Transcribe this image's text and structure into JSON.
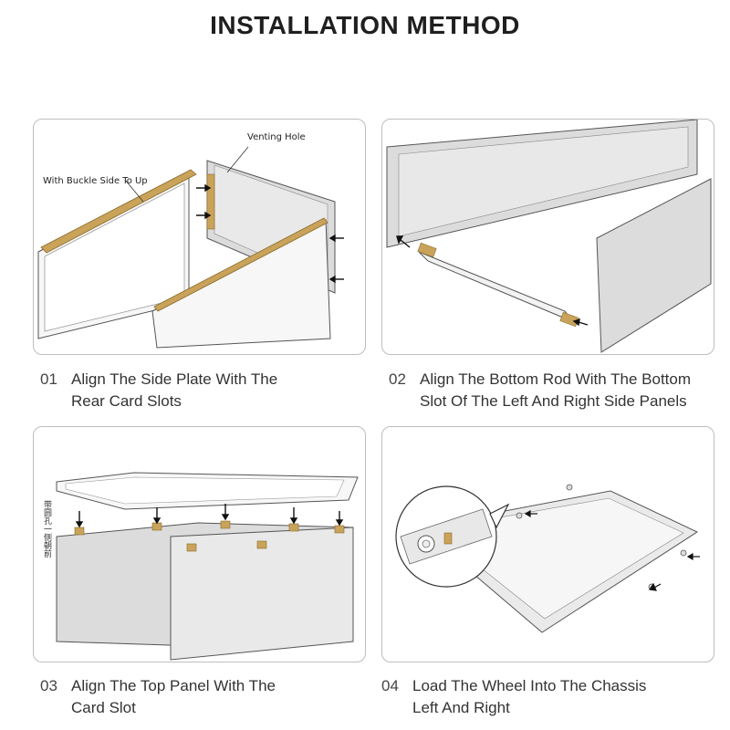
{
  "title": "INSTALLATION METHOD",
  "callouts": {
    "venting_hole": "Venting Hole",
    "buckle_side": "With Buckle Side To Up",
    "vertical_note": "带圆孔一侧朝前"
  },
  "steps": [
    {
      "number": "01",
      "text": "Align The Side Plate With The\nRear Card Slots"
    },
    {
      "number": "02",
      "text": "Align The Bottom Rod With The Bottom\nSlot Of The Left And Right Side Panels"
    },
    {
      "number": "03",
      "text": "Align The Top Panel With The\nCard Slot"
    },
    {
      "number": "04",
      "text": "Load The Wheel Into The Chassis\nLeft And Right"
    }
  ],
  "colors": {
    "panel_border": "#bdbdbd",
    "gold": "#c9a35a",
    "line": "#555555",
    "gray_fill": "#dcdcdc"
  }
}
